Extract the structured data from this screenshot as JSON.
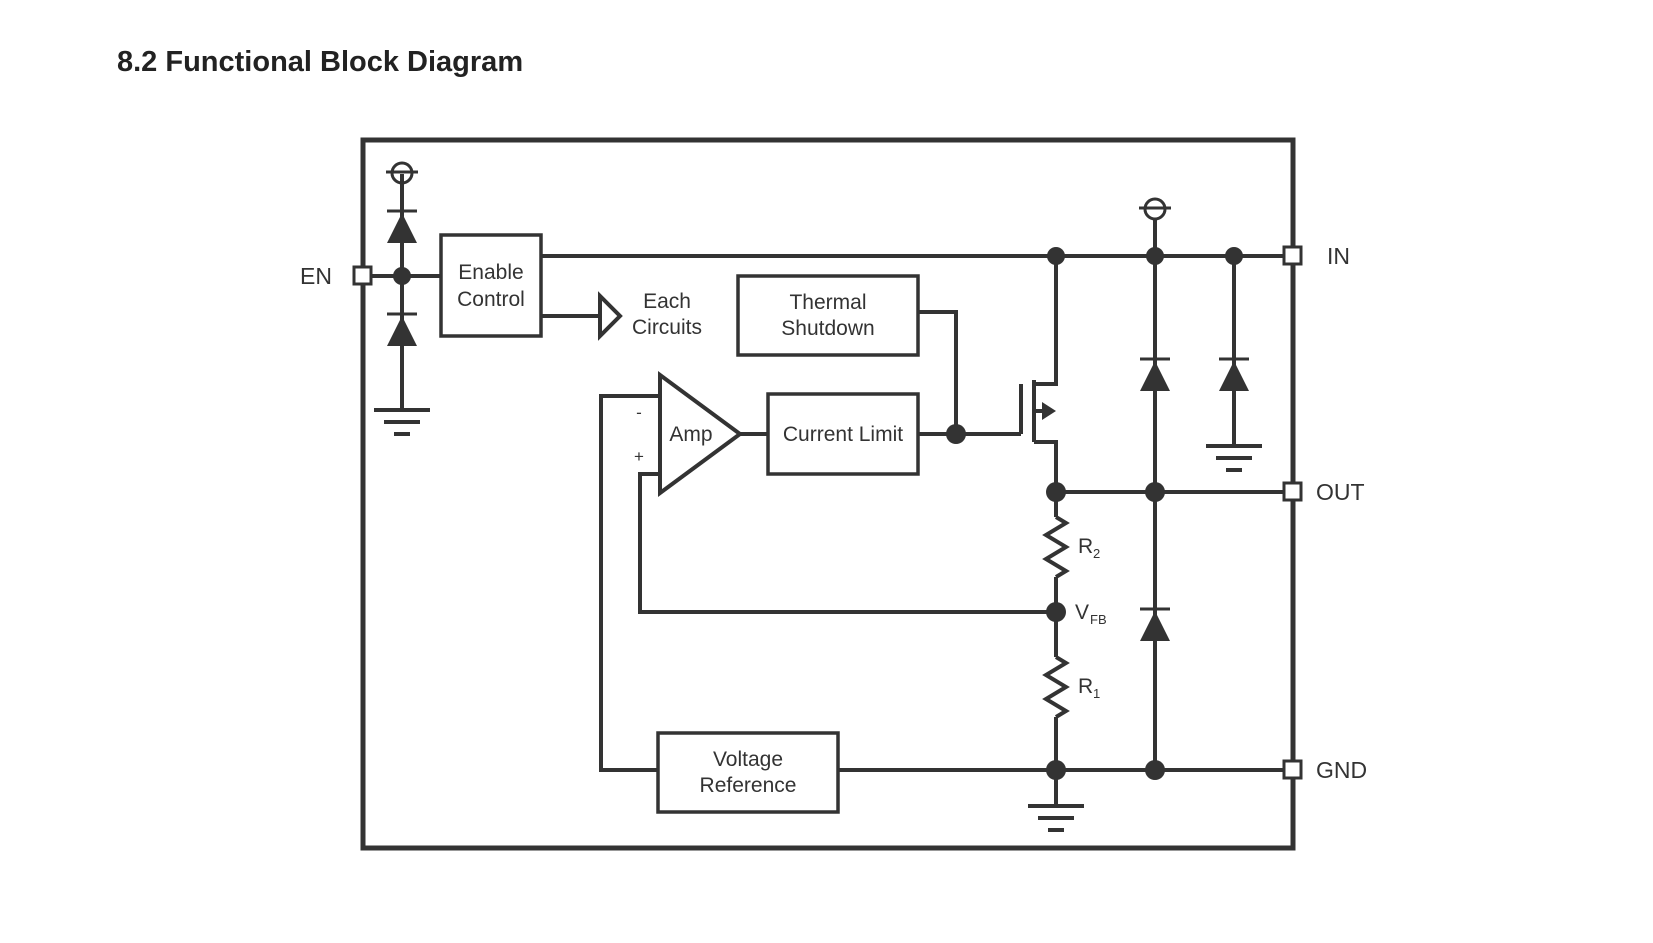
{
  "title": "8.2  Functional Block Diagram",
  "pins": {
    "en": "EN",
    "in": "IN",
    "out": "OUT",
    "gnd": "GND"
  },
  "blocks": {
    "enable_control": [
      "Enable",
      "Control"
    ],
    "each_circuits": [
      "Each",
      "Circuits"
    ],
    "thermal_shutdown": [
      "Thermal",
      "Shutdown"
    ],
    "amp": "Amp",
    "current_limit": "Current Limit",
    "voltage_reference": [
      "Voltage",
      "Reference"
    ]
  },
  "amp_inputs": {
    "minus": "-",
    "plus": "+"
  },
  "resistors": {
    "r2": {
      "main": "R",
      "sub": "2"
    },
    "r1": {
      "main": "R",
      "sub": "1"
    }
  },
  "nodes": {
    "vfb": {
      "main": "V",
      "sub": "FB"
    }
  },
  "colors": {
    "line": "#333333",
    "background": "#ffffff"
  }
}
